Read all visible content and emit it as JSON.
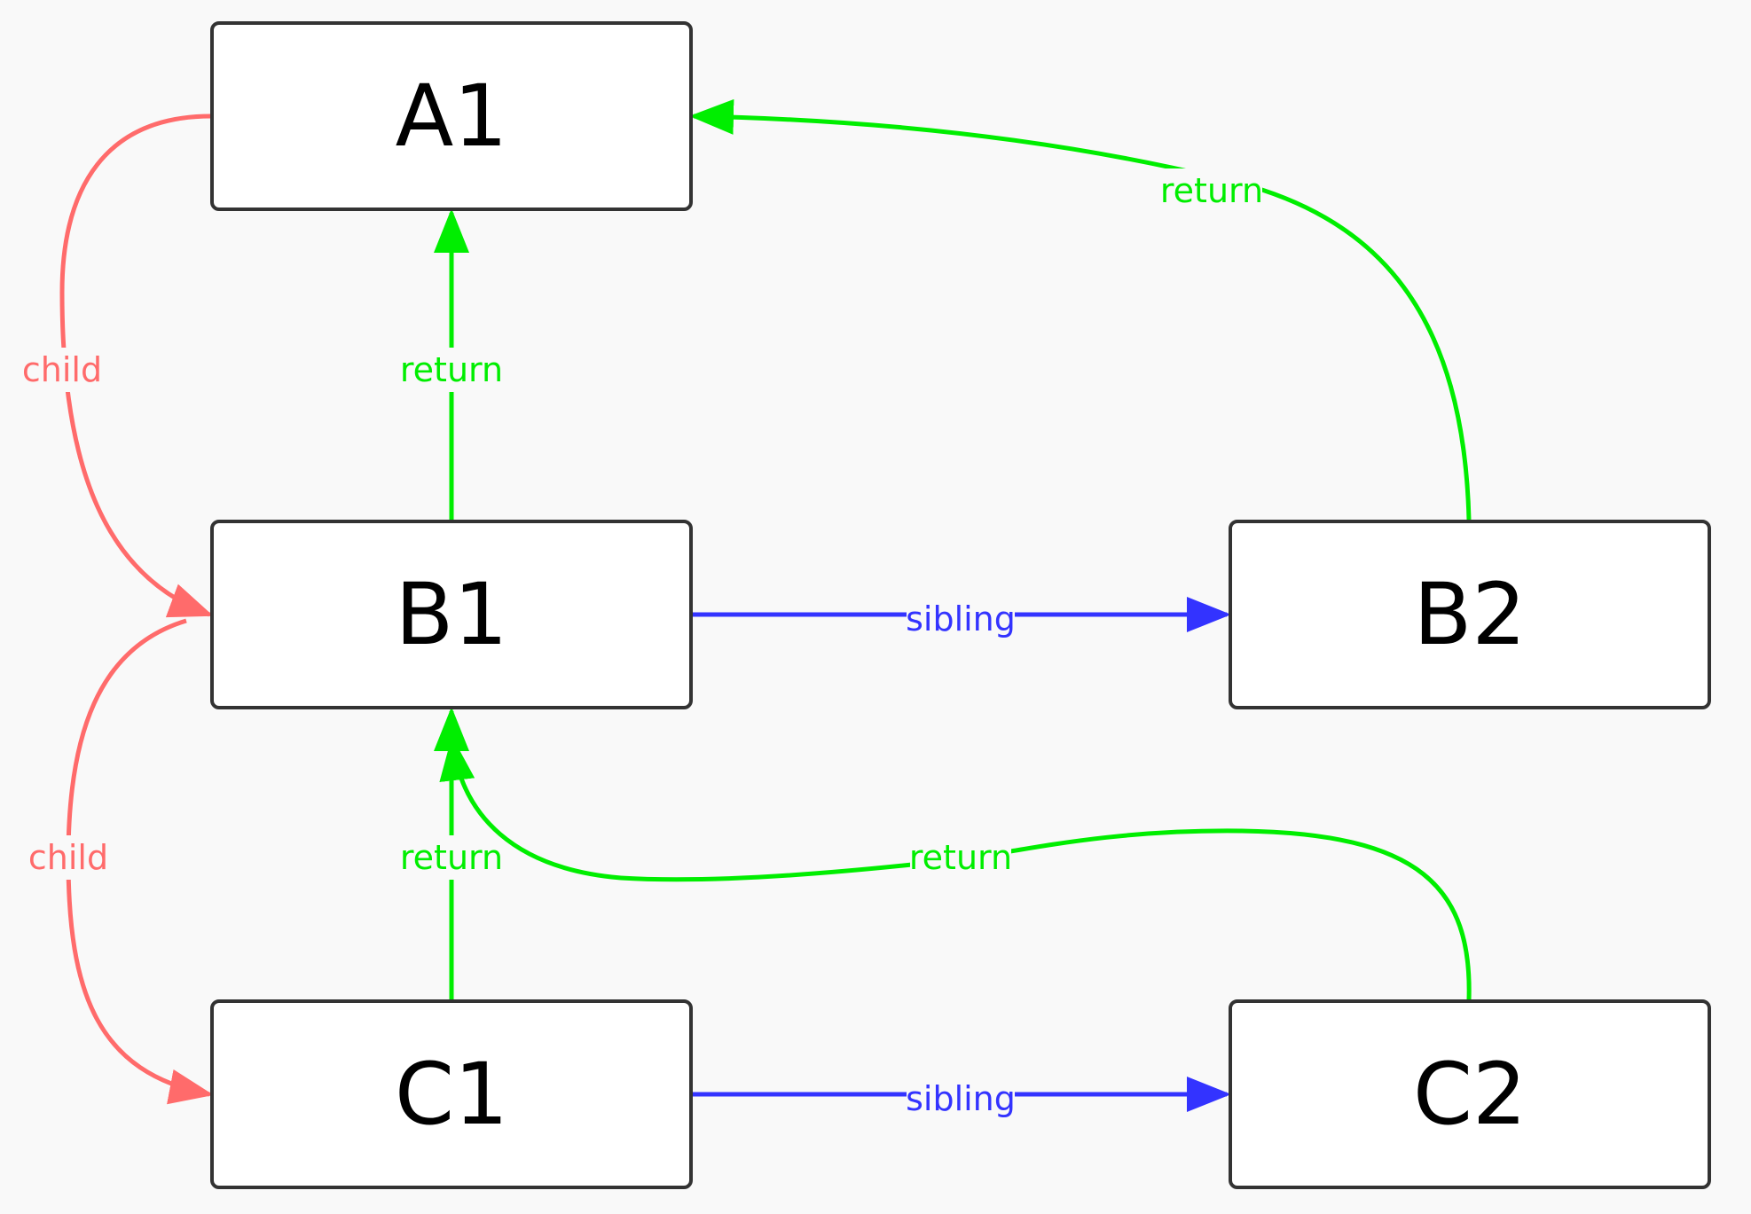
{
  "colors": {
    "child": "#ff6b6b",
    "return": "#00ee00",
    "sibling": "#3333ff",
    "node_border": "#333333",
    "background": "#f9f9f9"
  },
  "nodes": {
    "a1": "A1",
    "b1": "B1",
    "b2": "B2",
    "c1": "C1",
    "c2": "C2"
  },
  "edges": [
    {
      "from": "A1",
      "to": "B1",
      "label": "child"
    },
    {
      "from": "B1",
      "to": "A1",
      "label": "return"
    },
    {
      "from": "B2",
      "to": "A1",
      "label": "return"
    },
    {
      "from": "B1",
      "to": "B2",
      "label": "sibling"
    },
    {
      "from": "B1",
      "to": "C1",
      "label": "child"
    },
    {
      "from": "C1",
      "to": "B1",
      "label": "return"
    },
    {
      "from": "C2",
      "to": "B1",
      "label": "return"
    },
    {
      "from": "C1",
      "to": "C2",
      "label": "sibling"
    }
  ]
}
